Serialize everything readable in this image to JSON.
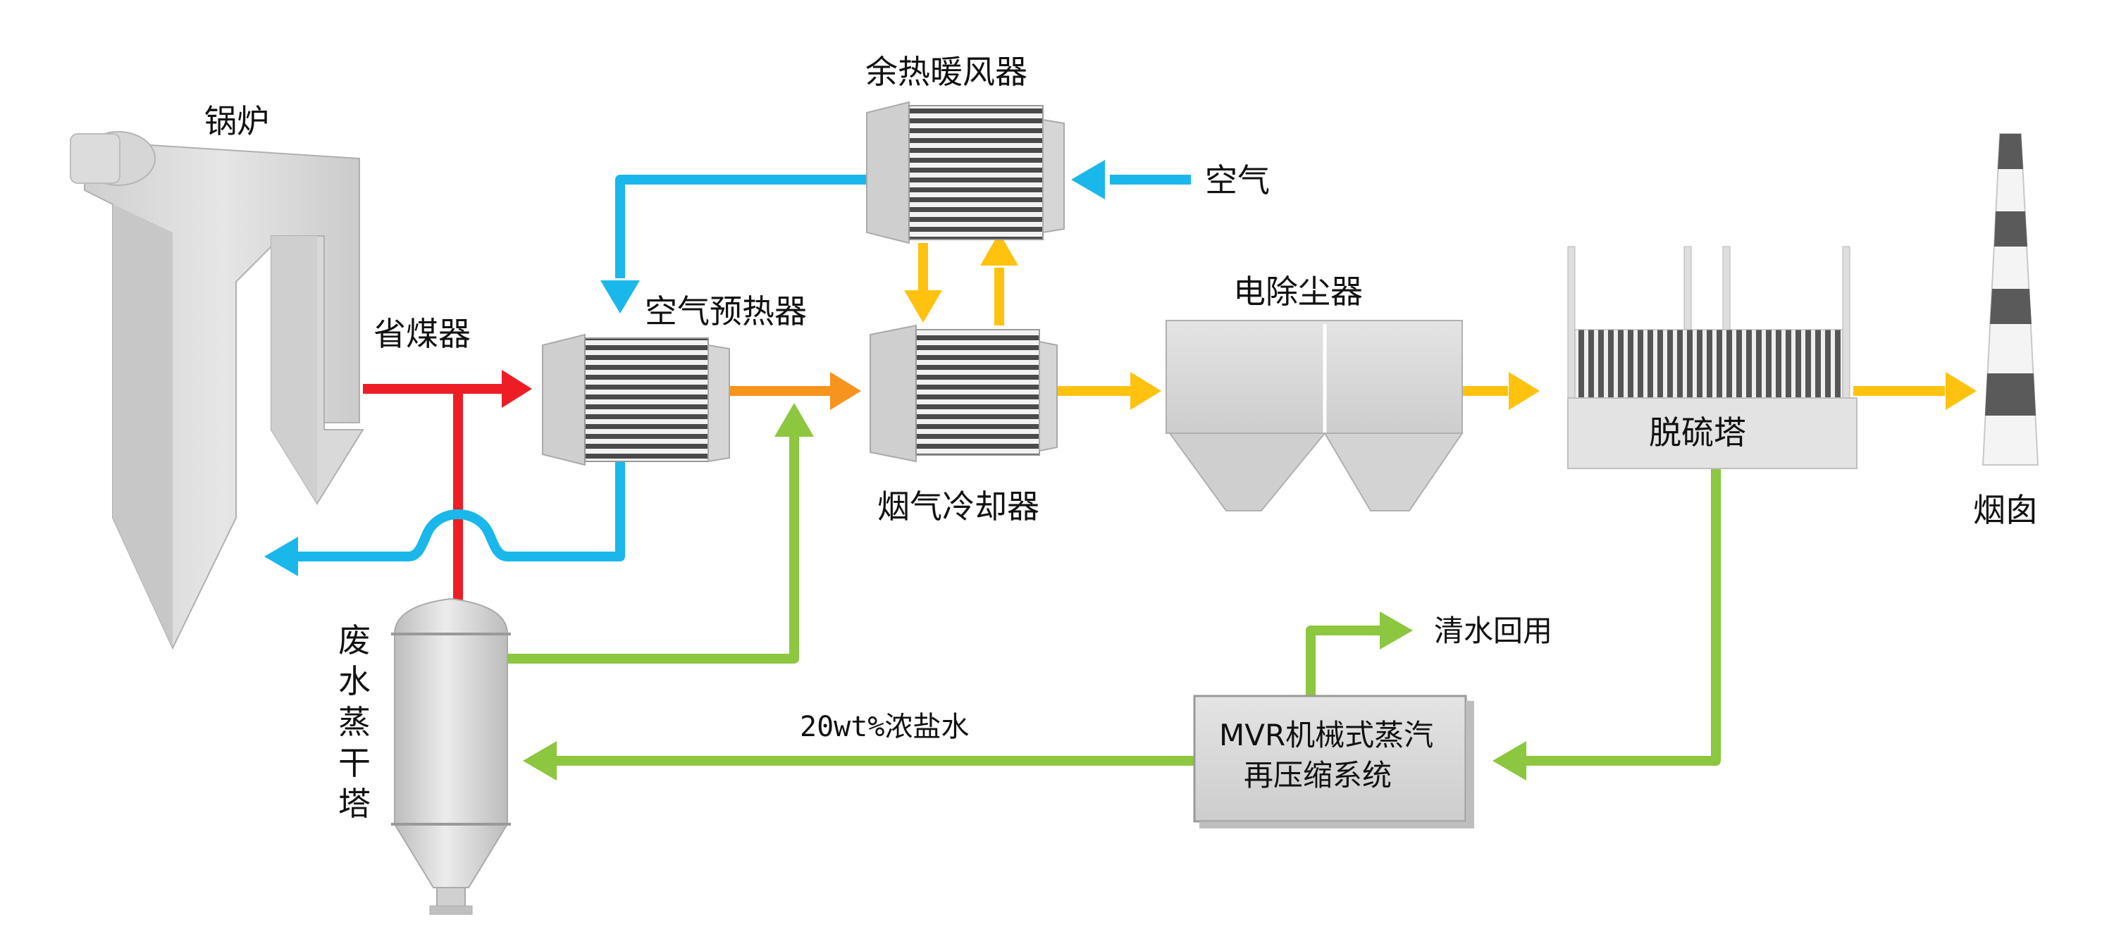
{
  "labels": {
    "boiler": "锅炉",
    "economizer": "省煤器",
    "air_preheater": "空气预热器",
    "waste_heat_air_heater": "余热暖风器",
    "air": "空气",
    "flue_gas_cooler": "烟气冷却器",
    "esp": "电除尘器",
    "desulfurization_tower": "脱硫塔",
    "chimney": "烟囱",
    "evaporation_tower": [
      "废",
      "水",
      "蒸",
      "干",
      "塔"
    ],
    "brine": "20wt%浓盐水",
    "clean_water": "清水回用",
    "mvr_line1": "MVR机械式蒸汽",
    "mvr_line2": "再压缩系统"
  },
  "colors": {
    "hot_flue": "#ee1c24",
    "warm_flue": "#f7941d",
    "cool_flue": "#ffc20e",
    "air_flow": "#1ab7ea",
    "water_flow": "#8dc63f",
    "equipment": "#dcdcdc",
    "equipment_dark": "#b5b5b5",
    "chimney_band": "#5a5a5a"
  }
}
